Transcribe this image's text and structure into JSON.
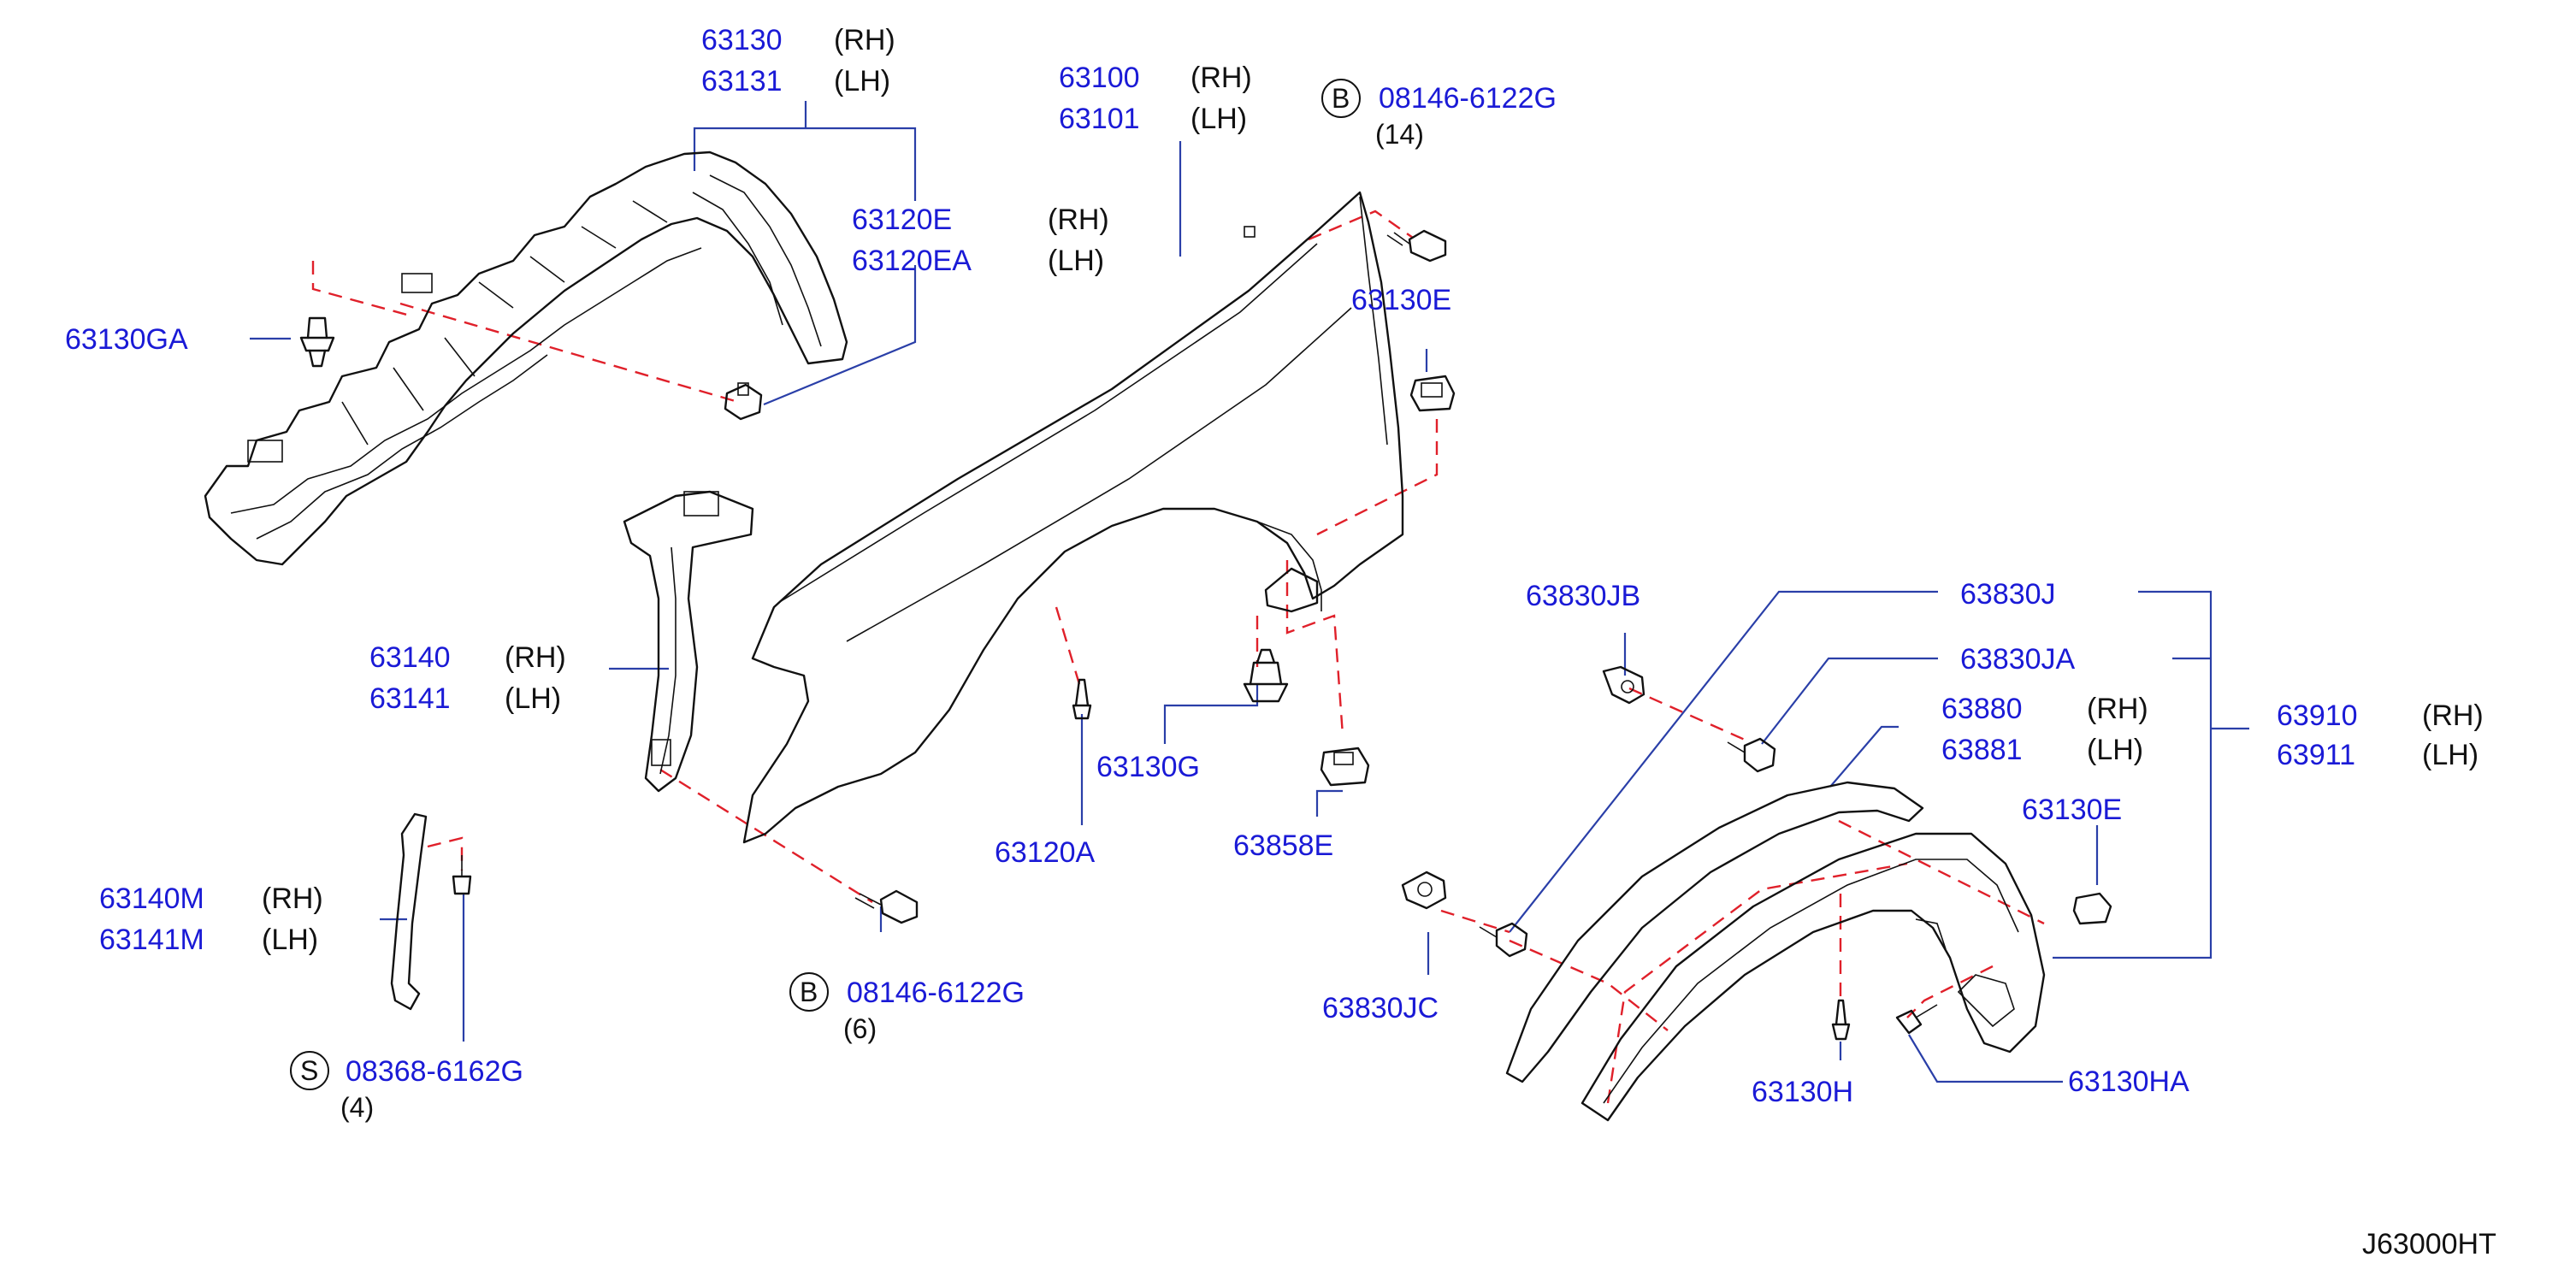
{
  "diagram_code": "J63000HT",
  "colors": {
    "part_number": "#1a1ad6",
    "leader": "#2a3fa8",
    "hidden_line": "#e0202a",
    "drawing": "#111111"
  },
  "callouts": {
    "p63130": "63130",
    "p63130_side": "(RH)",
    "p63131": "63131",
    "p63131_side": "(LH)",
    "p63120E": "63120E",
    "p63120E_side": "(RH)",
    "p63120EA": "63120EA",
    "p63120EA_side": "(LH)",
    "p63130GA": "63130GA",
    "p63100": "63100",
    "p63100_side": "(RH)",
    "p63101": "63101",
    "p63101_side": "(LH)",
    "bolt_top_badge": "B",
    "bolt_top": "08146-6122G",
    "bolt_top_qty": "(14)",
    "p63130E_top": "63130E",
    "p63140": "63140",
    "p63140_side": "(RH)",
    "p63141": "63141",
    "p63141_side": "(LH)",
    "p63130G": "63130G",
    "p63120A": "63120A",
    "p63858E": "63858E",
    "bolt_bottom_badge": "B",
    "bolt_bottom": "08146-6122G",
    "bolt_bottom_qty": "(6)",
    "p63140M": "63140M",
    "p63140M_side": "(RH)",
    "p63141M": "63141M",
    "p63141M_side": "(LH)",
    "screw_badge": "S",
    "screw": "08368-6162G",
    "screw_qty": "(4)",
    "p63830JB": "63830JB",
    "p63830J": "63830J",
    "p63830JA": "63830JA",
    "p63880": "63880",
    "p63880_side": "(RH)",
    "p63881": "63881",
    "p63881_side": "(LH)",
    "p63910": "63910",
    "p63910_side": "(RH)",
    "p63911": "63911",
    "p63911_side": "(LH)",
    "p63130E_right": "63130E",
    "p63830JC": "63830JC",
    "p63130H": "63130H",
    "p63130HA": "63130HA"
  }
}
